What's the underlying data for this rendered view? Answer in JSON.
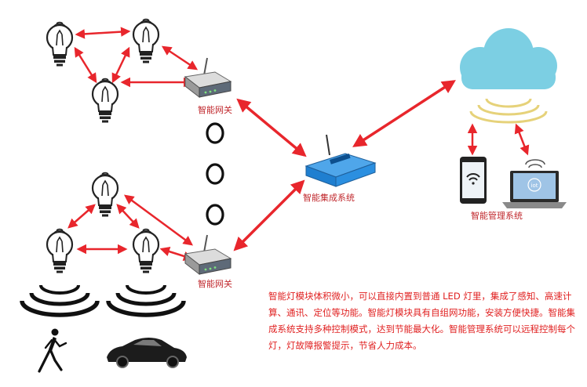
{
  "labels": {
    "gateway_top": "智能网关",
    "gateway_bottom": "智能网关",
    "integration": "智能集成系统",
    "management": "智能管理系统",
    "laptop_screen": "iot"
  },
  "description": "智能灯模块体积微小，可以直接内置到普通 LED 灯里，集成了感知、高速计算、通讯、定位等功能。智能灯模块具有自组网功能，安装方便快捷。智能集成系统支持多种控制模式，达到节能最大化。智能管理系统可以远程控制每个灯，灯故障报警提示，节省人力成本。",
  "colors": {
    "arrow": "#e8262c",
    "label": "#c0282d",
    "description": "#e02020",
    "cloud": "#7ccfe3",
    "router_blue": "#1f7fd0"
  },
  "icons": [
    "lightbulb-icon",
    "wifi-router-icon",
    "network-box-icon",
    "cloud-icon",
    "signal-waves-icon",
    "smartphone-icon",
    "laptop-icon",
    "pedestrian-icon",
    "car-icon",
    "ring-icon"
  ]
}
